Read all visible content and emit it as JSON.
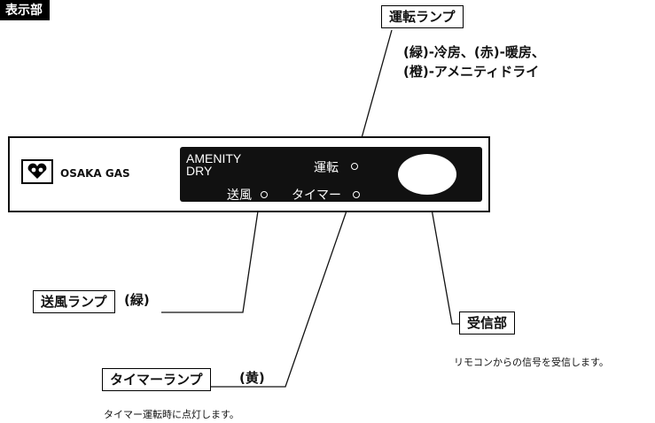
{
  "header": {
    "title": "表示部"
  },
  "panel": {
    "brand": "OSAKA GAS",
    "amenity_line1": "AMENITY",
    "amenity_line2": "DRY",
    "running": "運転",
    "fan": "送風",
    "timer": "タイマー"
  },
  "callouts": {
    "running_lamp": {
      "label": "運転ランプ",
      "note_line1": "(緑)-冷房、(赤)-暖房、",
      "note_line2": "(橙)-アメニティドライ"
    },
    "fan_lamp": {
      "label": "送風ランプ",
      "color": "(緑)"
    },
    "receiver": {
      "label": "受信部",
      "note": "リモコンからの信号を受信します。"
    },
    "timer_lamp": {
      "label": "タイマーランプ",
      "color": "(黄)",
      "note": "タイマー運転時に点灯します。"
    }
  },
  "icons": [
    "heart-logo-icon",
    "indicator-led-icon"
  ],
  "colors": {
    "panel_display": "#111111",
    "background": "#ffffff",
    "text": "#111111"
  }
}
